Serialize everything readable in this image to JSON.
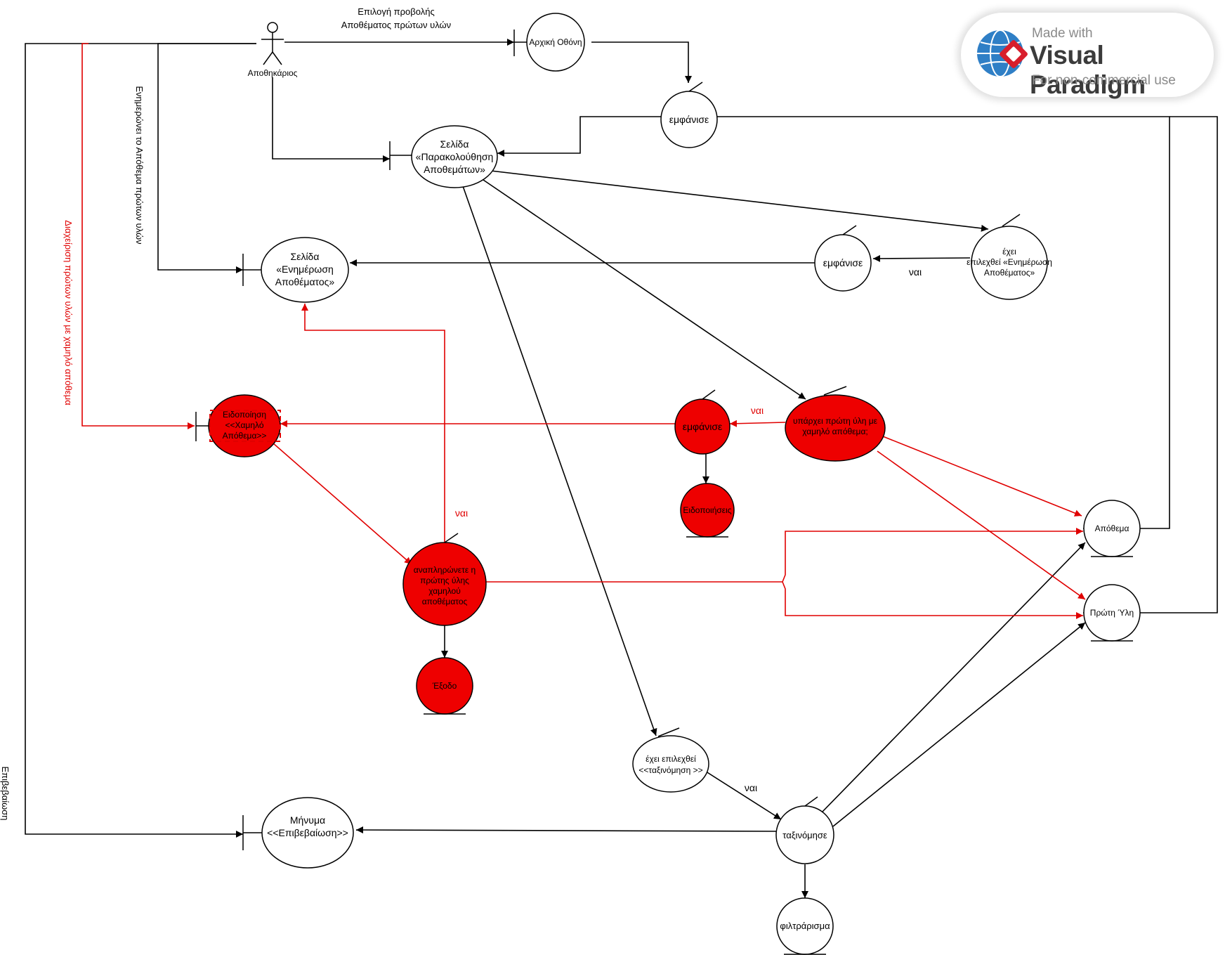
{
  "actor": {
    "name": "Αποθηκάριος"
  },
  "labels": {
    "select_view_line1": "Επιλογή προβολής",
    "select_view_line2": "Αποθέματος πρώτων υλών",
    "update_stock": "Ενημερώνει το Απόθεμα πρώτων υλών",
    "manage_low_stock": "Διαχείριση πρώτων υλών με χαμηλό απόθεμα",
    "confirmation": "Επιβεβαίωση",
    "yes": "ναι"
  },
  "boundaries": {
    "home": "Αρχική Οθόνη",
    "monitor": [
      "Σελίδα",
      "«Παρακολούθηση",
      "Αποθεμάτων»"
    ],
    "update": [
      "Σελίδα",
      "«Ενημέρωση",
      "Αποθέματος»"
    ],
    "low_stock": [
      "Ειδοποίηση",
      "<<Χαμηλό",
      "Απόθεμα>>"
    ],
    "message": [
      "Μήνυμα",
      "<<Επιβεβαίωση>>"
    ]
  },
  "controls": {
    "show1": "εμφάνισε",
    "show2": "εμφάνισε",
    "show3": "εμφάνισε",
    "selected_update": [
      "έχει",
      "επιλεχθεί «Ενημέρωση",
      "Αποθέματος»"
    ],
    "low_material": [
      "υπάρχει πρώτη ύλη με",
      "χαμηλό απόθεμα;"
    ],
    "replenished": [
      "αναπληρώνετε η",
      "πρώτης ύλης",
      "χαμηλού",
      "αποθέματος"
    ],
    "selected_sort": [
      "έχει επιλεχθεί",
      "<<ταξινόμηση >>"
    ],
    "sort": "ταξινόμησε"
  },
  "entities": {
    "stock": "Απόθεμα",
    "material": "Πρώτη Ύλη",
    "notifications": "Ειδοποιήσεις",
    "exit": "Έξοδο",
    "filtering": "φιλτράρισμα"
  },
  "watermark": {
    "made_with": "Made with",
    "name": "Visual Paradigm",
    "sub": "For non-commercial use"
  },
  "colors": {
    "black": "#000000",
    "red": "#e00000",
    "fill_red": "#ee0000"
  }
}
